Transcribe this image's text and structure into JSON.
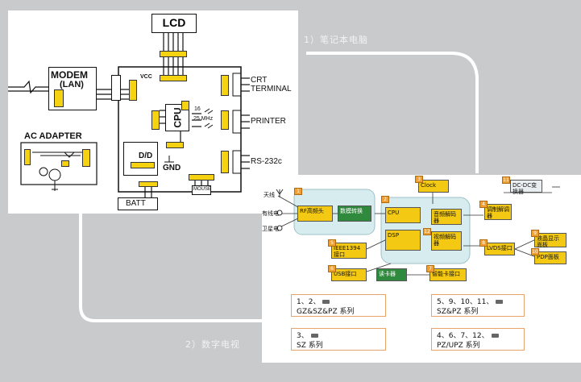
{
  "captions": {
    "laptop": "1）笔记本电脑",
    "tv": "2）数字电视"
  },
  "laptop": {
    "lcd": "LCD",
    "modem": "MODEM",
    "lan": "(LAN)",
    "vcc": "VCC",
    "cpu": "CPU",
    "freq_top": "16",
    "freq_bottom": "25 MHz",
    "crt_line1": "CRT",
    "crt_line2": "TERMINAL",
    "printer": "PRINTER",
    "rs232": "RS-232c",
    "dd": "D/D",
    "gnd": "GND",
    "mouse": "MOUSE",
    "batt": "BATT",
    "ac_adapter": "AC ADAPTER"
  },
  "tv": {
    "antenna": "天线",
    "cable": "有线电",
    "satellite": "卫星电",
    "rf_tuner": "RF高频头",
    "demod": "数模转换",
    "clock": "Clock",
    "cpu": "CPU",
    "audio_decoder": "音频解码器",
    "dsp": "DSP",
    "video_decoder": "视频解码器",
    "tuning_circuit": "调制解调器",
    "dcdc": "DC-DC变换器",
    "lvds": "LVDS接口",
    "lcd_panel": "液晶显示面板",
    "pdp_panel": "PDP面板",
    "ieee1394": "IEEE1394接口",
    "usb": "USB接口",
    "card_reader": "读卡器",
    "smart_card": "智能卡接口",
    "badges": [
      "1",
      "2",
      "3",
      "4",
      "5",
      "6",
      "7",
      "8",
      "9",
      "10",
      "11",
      "12"
    ]
  },
  "series": [
    {
      "nums": "1、2、",
      "label": "GZ&SZ&PZ 系列"
    },
    {
      "nums": "5、9、10、11、",
      "label": "SZ&PZ 系列"
    },
    {
      "nums": "3、",
      "label": "SZ 系列"
    },
    {
      "nums": "4、6、7、12、",
      "label": "PZ/UPZ 系列"
    }
  ],
  "colors": {
    "background": "#c9cacb",
    "accent_yellow": "#f4c914",
    "green": "#2f8a3d",
    "badge_orange": "#f0a033",
    "series_border": "#e7a36a"
  }
}
